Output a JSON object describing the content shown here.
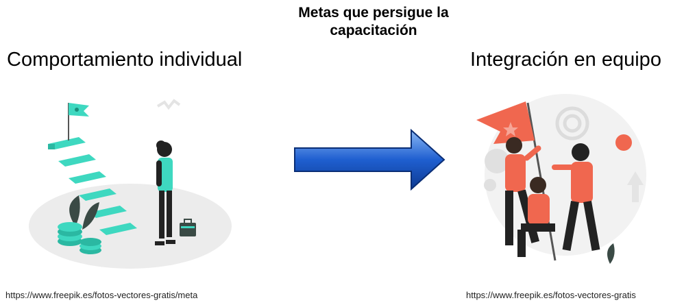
{
  "title": "Metas que persigue la capacitación",
  "left": {
    "heading": "Comportamiento individual",
    "source": "https://www.freepik.es/fotos-vectores-gratis/meta",
    "illustration": "woman-climbing-steps-to-goal-flag"
  },
  "right": {
    "heading": "Integración en equipo",
    "source": "https://www.freepik.es/fotos-vectores-gratis",
    "illustration": "team-raising-flag-together"
  },
  "arrow": {
    "direction": "right",
    "color": "#1f5fd0"
  },
  "colors": {
    "teal": "#3ed8c0",
    "coral": "#f0674f",
    "gray": "#e9e9e9"
  }
}
